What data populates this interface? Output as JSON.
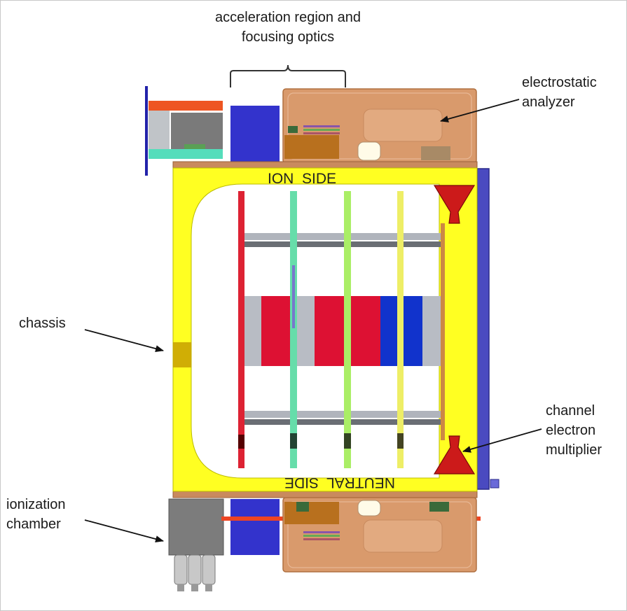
{
  "labels": {
    "acceleration_line1": "acceleration region and",
    "acceleration_line2": "focusing optics",
    "electrostatic_line1": "electrostatic",
    "electrostatic_line2": "analyzer",
    "chassis": "chassis",
    "channel_line1": "channel",
    "channel_line2": "electron",
    "channel_line3": "multiplier",
    "ionization_line1": "ionization",
    "ionization_line2": "chamber"
  },
  "inner_labels": {
    "ion_side": "ION  SIDE",
    "neutral_side": "NEUTRAL  SIDE"
  },
  "colors": {
    "chassis_yellow": "#ffff22",
    "housing_copper": "#d99a6c",
    "plate_blue": "#3333cc",
    "multiplier_red": "#cc1a1a",
    "bracket_blue": "#4a4ac0",
    "lens_red": "#dd1133",
    "lens_blue": "#1133cc",
    "lens_gray": "#b8bcc4",
    "grid_green": "#66ddaa",
    "grid_lime": "#aaee66",
    "grid_yellow": "#eeee66"
  }
}
